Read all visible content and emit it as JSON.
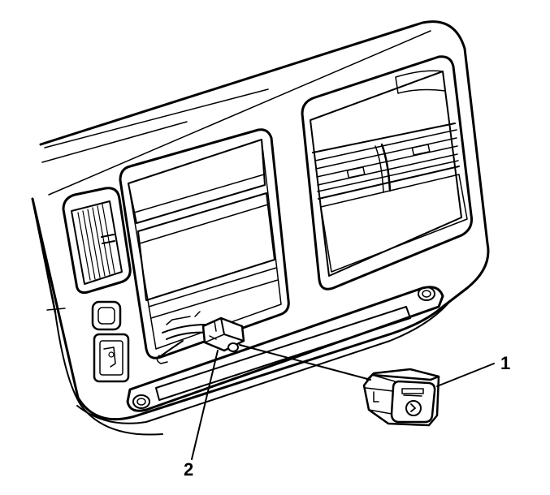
{
  "diagram": {
    "callouts": [
      {
        "id": "1",
        "label": "1"
      },
      {
        "id": "2",
        "label": "2"
      }
    ],
    "colors": {
      "stroke": "#000000",
      "fill": "#ffffff"
    }
  }
}
